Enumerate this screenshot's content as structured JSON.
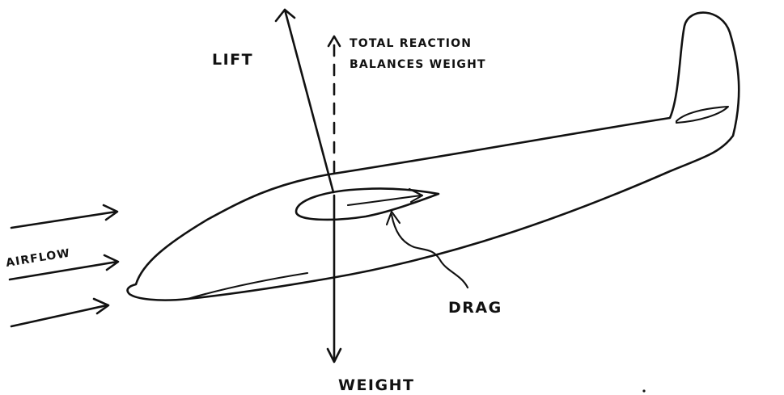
{
  "diagram": {
    "labels": {
      "lift": "LIFT",
      "total_reaction_line1": "TOTAL REACTION",
      "total_reaction_line2": "BALANCES WEIGHT",
      "airflow": "AIRFLOW",
      "drag": "DRAG",
      "weight": "WEIGHT"
    },
    "ink_color": "#111111",
    "background_color": "#ffffff"
  }
}
